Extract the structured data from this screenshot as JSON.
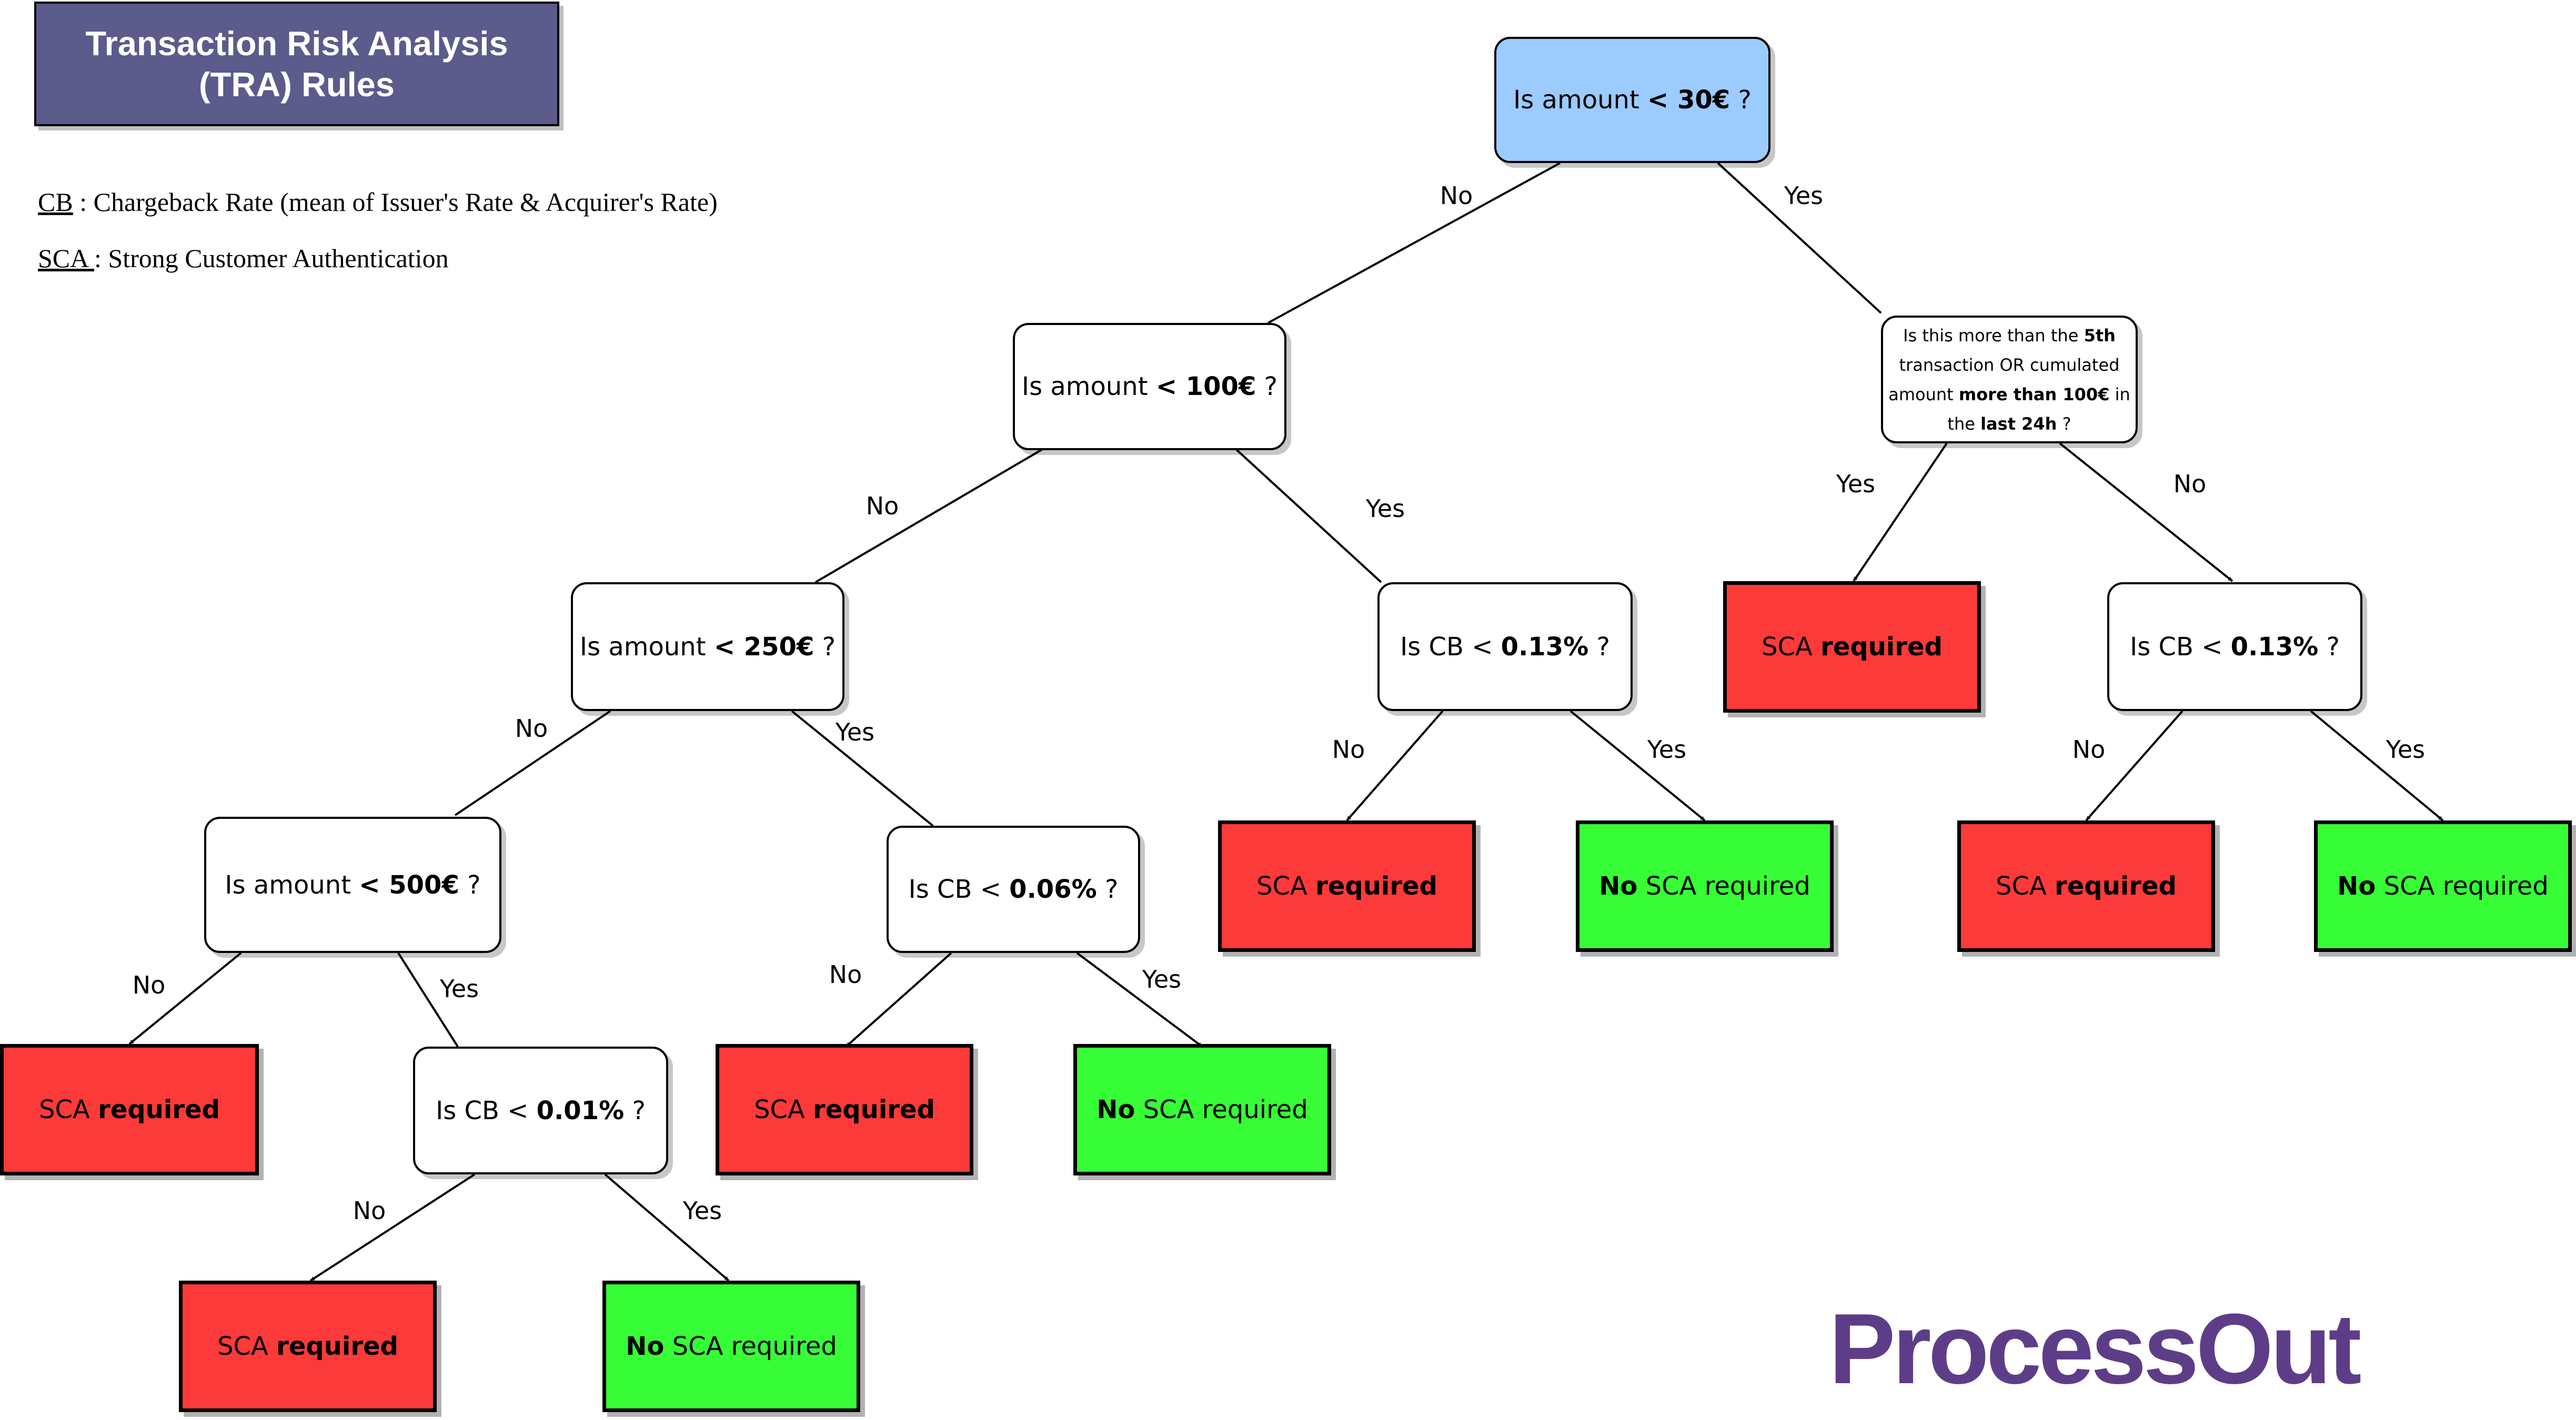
{
  "title": {
    "line1": "Transaction Risk Analysis",
    "line2": "(TRA) Rules"
  },
  "legend": [
    {
      "abbr": "CB",
      "desc": " : Chargeback Rate (mean of Issuer's Rate & Acquirer's Rate)"
    },
    {
      "abbr": "SCA ",
      "desc": ": Strong Customer Authentication"
    }
  ],
  "questions": {
    "q30": {
      "pre": "Is amount ",
      "bold": "< 30€",
      "post": " ?"
    },
    "q100": {
      "pre": "Is amount ",
      "bold": "< 100€",
      "post": " ?"
    },
    "q250": {
      "pre": "Is amount ",
      "bold": "< 250€",
      "post": " ?"
    },
    "q500": {
      "pre": "Is amount ",
      "bold": "< 500€",
      "post": " ?"
    },
    "cb013a": {
      "pre": "Is CB < ",
      "bold": "0.13%",
      "post": " ?"
    },
    "cb006": {
      "pre": "Is CB < ",
      "bold": "0.06%",
      "post": " ?"
    },
    "cb001": {
      "pre": "Is CB < ",
      "bold": "0.01%",
      "post": " ?"
    },
    "cb013b": {
      "pre": "Is CB < ",
      "bold": "0.13%",
      "post": " ?"
    },
    "q5th": {
      "t1": "Is this more than the ",
      "b1": "5th",
      "t2": "transaction OR cumulated",
      "t3": "amount ",
      "b3": "more than 100€",
      "t3b": " in",
      "t4": "the ",
      "b4": "last 24h",
      "t4b": " ?"
    }
  },
  "outcomes": {
    "sca_pre": "SCA ",
    "sca_bold": "required",
    "nosca_bold": "No",
    "nosca_post": " SCA required"
  },
  "edge_labels": {
    "no": "No",
    "yes": "Yes"
  },
  "logo": "ProcessOut",
  "colors": {
    "title_bg": "#5b5b8c",
    "root_bg": "#9ccbff",
    "sca": "#fd3a3a",
    "no_sca": "#36fd36",
    "logo": "#5e3d88"
  }
}
